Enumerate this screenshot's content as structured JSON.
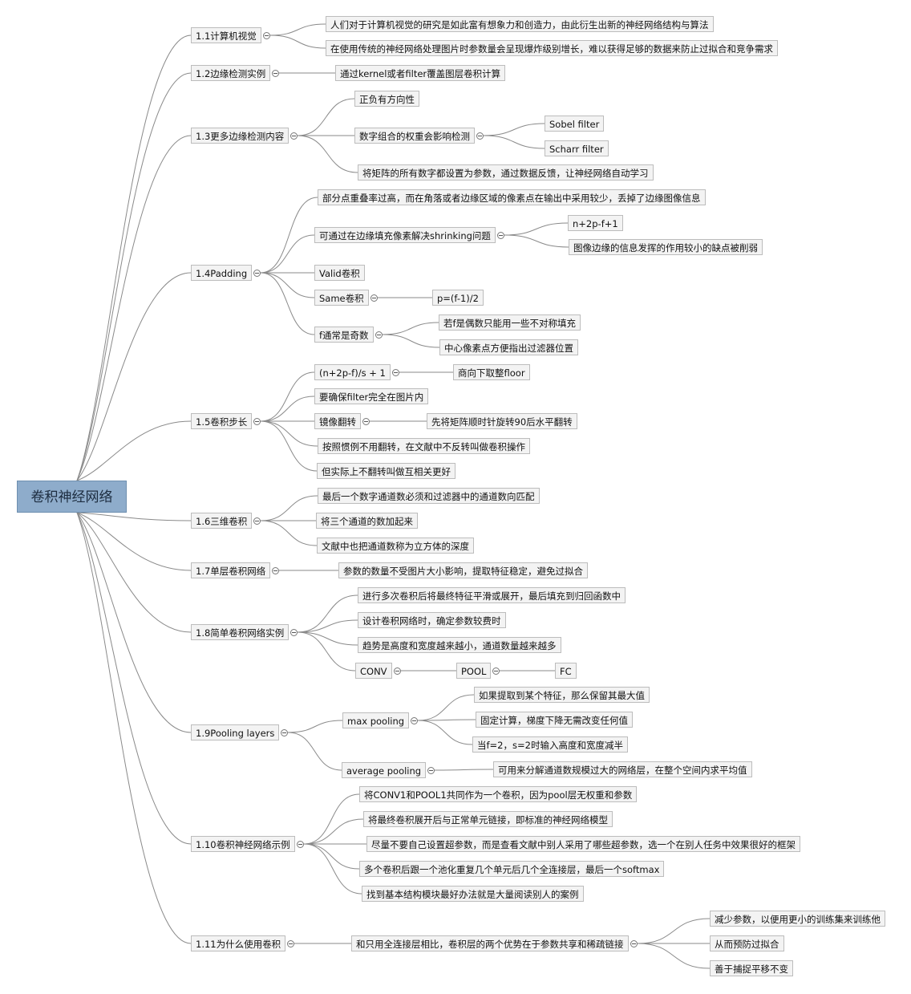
{
  "root": "卷积神经网络",
  "sections": [
    {
      "label": "1.1计算机视觉",
      "children": [
        {
          "label": "人们对于计算机视觉的研究是如此富有想象力和创造力，由此衍生出新的神经网络结构与算法"
        },
        {
          "label": "在使用传统的神经网络处理图片时参数量会呈现爆炸级别增长，难以获得足够的数据来防止过拟合和竞争需求"
        }
      ]
    },
    {
      "label": "1.2边缘检测实例",
      "children": [
        {
          "label": "通过kernel或者filter覆盖图层卷积计算"
        }
      ]
    },
    {
      "label": "1.3更多边缘检测内容",
      "children": [
        {
          "label": "正负有方向性"
        },
        {
          "label": "数字组合的权重会影响检测",
          "children": [
            {
              "label": "Sobel filter"
            },
            {
              "label": "Scharr filter"
            }
          ]
        },
        {
          "label": "将矩阵的所有数字都设置为参数，通过数据反馈，让神经网络自动学习"
        }
      ]
    },
    {
      "label": "1.4Padding",
      "children": [
        {
          "label": "部分点重叠率过高，而在角落或者边缘区域的像素点在输出中采用较少，丢掉了边缘图像信息"
        },
        {
          "label": "可通过在边缘填充像素解决shrinking问题",
          "children": [
            {
              "label": "n+2p-f+1"
            },
            {
              "label": "图像边缘的信息发挥的作用较小的缺点被削弱"
            }
          ]
        },
        {
          "label": "Valid卷积"
        },
        {
          "label": "Same卷积",
          "children": [
            {
              "label": "p=(f-1)/2"
            }
          ]
        },
        {
          "label": "f通常是奇数",
          "children": [
            {
              "label": "若f是偶数只能用一些不对称填充"
            },
            {
              "label": "中心像素点方便指出过滤器位置"
            }
          ]
        }
      ]
    },
    {
      "label": "1.5卷积步长",
      "children": [
        {
          "label": "(n+2p-f)/s + 1",
          "children": [
            {
              "label": "商向下取整floor"
            }
          ]
        },
        {
          "label": "要确保filter完全在图片内"
        },
        {
          "label": "镜像翻转",
          "children": [
            {
              "label": "先将矩阵顺时针旋转90后水平翻转"
            }
          ]
        },
        {
          "label": "按照惯例不用翻转，在文献中不反转叫做卷积操作"
        },
        {
          "label": "但实际上不翻转叫做互相关更好"
        }
      ]
    },
    {
      "label": "1.6三维卷积",
      "children": [
        {
          "label": "最后一个数字通道数必须和过滤器中的通道数向匹配"
        },
        {
          "label": "将三个通道的数加起来"
        },
        {
          "label": "文献中也把通道数称为立方体的深度"
        }
      ]
    },
    {
      "label": "1.7单层卷积网络",
      "children": [
        {
          "label": "参数的数量不受图片大小影响，提取特征稳定，避免过拟合"
        }
      ]
    },
    {
      "label": "1.8简单卷积网络实例",
      "children": [
        {
          "label": "进行多次卷积后将最终特征平滑或展开，最后填充到归回函数中"
        },
        {
          "label": "设计卷积网络时，确定参数较费时"
        },
        {
          "label": "趋势是高度和宽度越来越小，通道数量越来越多"
        },
        {
          "label": "CONV",
          "children": [
            {
              "label": "POOL",
              "children": [
                {
                  "label": "FC"
                }
              ]
            }
          ]
        }
      ]
    },
    {
      "label": "1.9Pooling layers",
      "children": [
        {
          "label": "max pooling",
          "children": [
            {
              "label": "如果提取到某个特征，那么保留其最大值"
            },
            {
              "label": "固定计算，梯度下降无需改变任何值"
            },
            {
              "label": "当f=2，s=2时输入高度和宽度减半"
            }
          ]
        },
        {
          "label": "average pooling",
          "children": [
            {
              "label": "可用来分解通道数规模过大的网络层，在整个空间内求平均值"
            }
          ]
        }
      ]
    },
    {
      "label": "1.10卷积神经网络示例",
      "children": [
        {
          "label": "将CONV1和POOL1共同作为一个卷积，因为pool层无权重和参数"
        },
        {
          "label": "将最终卷积展开后与正常单元链接，即标准的神经网络模型"
        },
        {
          "label": "尽量不要自己设置超参数，而是查看文献中别人采用了哪些超参数，选一个在别人任务中效果很好的框架"
        },
        {
          "label": "多个卷积后跟一个池化重复几个单元后几个全连接层，最后一个softmax"
        },
        {
          "label": "找到基本结构模块最好办法就是大量阅读别人的案例"
        }
      ]
    },
    {
      "label": "1.11为什么使用卷积",
      "children": [
        {
          "label": "和只用全连接层相比，卷积层的两个优势在于参数共享和稀疏链接",
          "children": [
            {
              "label": "减少参数，以便用更小的训练集来训练他"
            },
            {
              "label": "从而预防过拟合"
            },
            {
              "label": "善于捕捉平移不变"
            }
          ]
        }
      ]
    }
  ]
}
